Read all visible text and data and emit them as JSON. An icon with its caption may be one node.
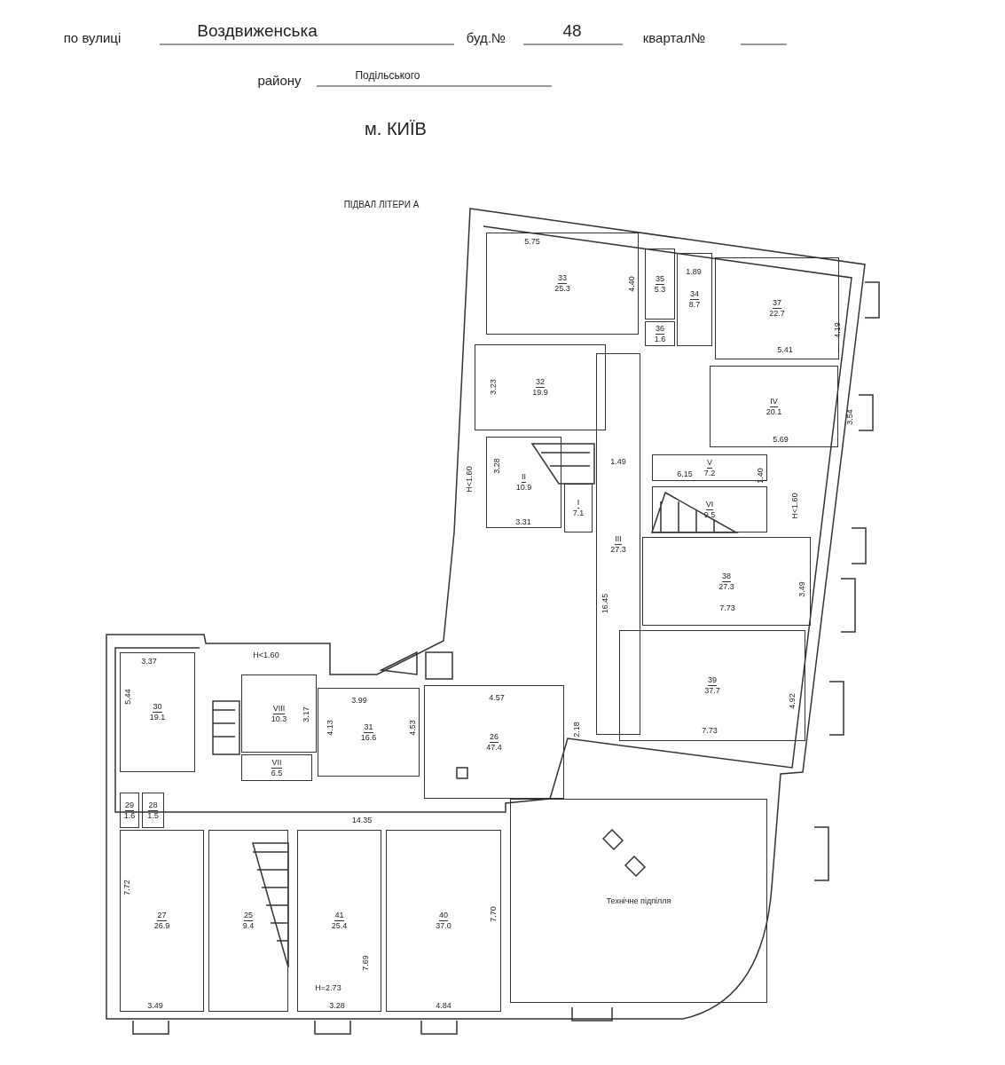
{
  "diagram": {
    "nodes": [
      {
        "text": [
          "33",
          "25.3"
        ]
      },
      {
        "text": [
          "35",
          "5.3"
        ]
      },
      {
        "text": [
          "34",
          "8.7"
        ]
      },
      {
        "text": [
          "37",
          "22.7"
        ]
      },
      {
        "text": [
          "36",
          "1.6"
        ]
      },
      {
        "text": [
          "32",
          "19.9"
        ]
      },
      {
        "text": [
          "IV",
          "20.1"
        ]
      },
      {
        "text": [
          "II",
          "10.9"
        ]
      },
      {
        "text": [
          "I",
          "7.1"
        ]
      },
      {
        "text": [
          "V",
          "7.2"
        ]
      },
      {
        "text": [
          "VI",
          "9.5"
        ]
      },
      {
        "text": [
          "III",
          "27.3"
        ]
      },
      {
        "text": [
          "38",
          "27.3"
        ]
      },
      {
        "text": [
          "39",
          "37.7"
        ]
      },
      {
        "text": [
          "30",
          "19.1"
        ]
      },
      {
        "text": [
          "VIII",
          "10.3"
        ]
      },
      {
        "text": [
          "31",
          "16.6"
        ]
      },
      {
        "text": [
          "26",
          "47.4"
        ]
      },
      {
        "text": [
          "VII",
          "6.5"
        ]
      },
      {
        "text": [
          "29",
          "1.6"
        ]
      },
      {
        "text": [
          "28",
          "1.5"
        ]
      },
      {
        "text": [
          "27",
          "26.9"
        ]
      },
      {
        "text": [
          "25",
          "9.4"
        ]
      },
      {
        "text": [
          "41",
          "25.4"
        ]
      },
      {
        "text": [
          "40",
          "37.0"
        ]
      },
      {
        "text": [
          "Технічне підпілля"
        ]
      }
    ],
    "labels": [
      "по вулиці",
      "Воздвиженська",
      "буд.№",
      "48",
      "квартал№",
      "району",
      "Подільського",
      "м. КИЇВ",
      "ПІДВАЛ ЛІТЕРИ А",
      "5.75",
      "1.89",
      "4.40",
      "4.19",
      "5.41",
      "3.23",
      "3.54",
      "5.69",
      "1.49",
      "H<1.60",
      "3.28",
      "6.15",
      "1.40",
      "H<1.60",
      "3.31",
      "16.45",
      "3.49",
      "7.73",
      "4.92",
      "7.73",
      "4.57",
      "2.18",
      "3.37",
      "H<1.60",
      "5.44",
      "3.17",
      "3.99",
      "4.13",
      "4.53",
      "14.35",
      "7.72",
      "7.70",
      "7.69",
      "H=2.73",
      "3.49",
      "3.28",
      "4.84"
    ]
  }
}
